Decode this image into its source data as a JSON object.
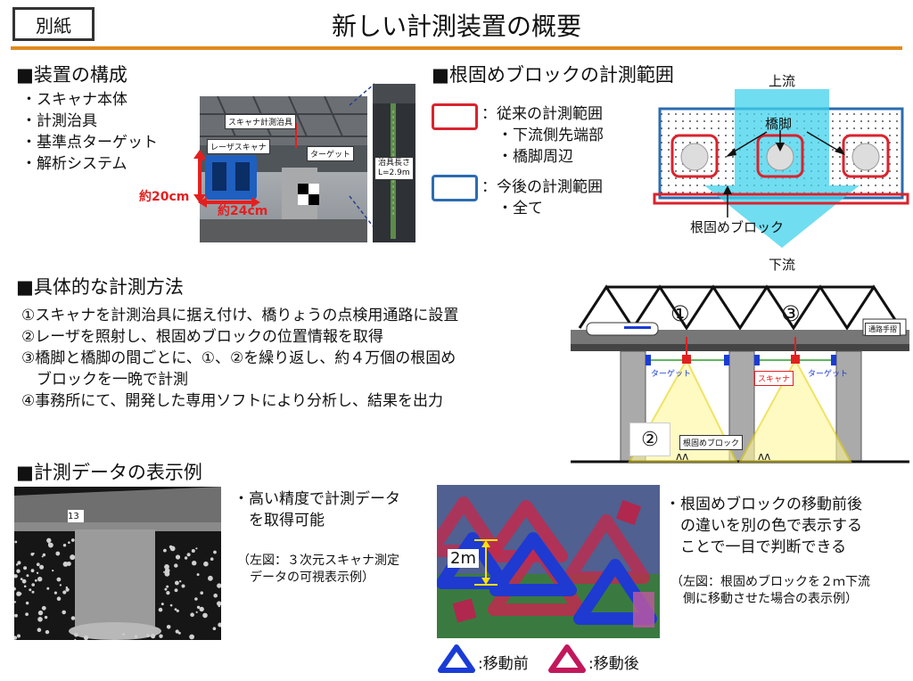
{
  "header": {
    "badge": "別紙",
    "title": "新しい計測装置の概要"
  },
  "device": {
    "heading": "■装置の構成",
    "items": [
      "・スキャナ本体",
      "・計測治具",
      "・基準点ターゲット",
      "・解析システム"
    ],
    "photo_labels": {
      "jig": "スキャナ計測治具",
      "laser": "レーザスキャナ",
      "target": "ターゲット",
      "jig_length_1": "治具長さ",
      "jig_length_2": "L=2.9m",
      "dim_height": "約20cm",
      "dim_width": "約24cm"
    }
  },
  "range": {
    "heading": "■根固めブロックの計測範囲",
    "legend_old": {
      "label": "：従来の計測範囲",
      "subs": [
        "・下流側先端部",
        "・橋脚周辺"
      ],
      "color": "#d9232d"
    },
    "legend_new": {
      "label": "：今後の計測範囲",
      "subs": [
        "・全て"
      ],
      "color": "#2b6cb0"
    },
    "diagram": {
      "upstream": "上流",
      "downstream": "下流",
      "pier": "橋脚",
      "block": "根固めブロック"
    }
  },
  "method": {
    "heading": "■具体的な計測方法",
    "steps": [
      "①スキャナを計測治具に据え付け、橋りょうの点検用通路に設置",
      "②レーザを照射し、根固めブロックの位置情報を取得",
      "③橋脚と橋脚の間ごとに、①、②を繰り返し、約４万個の根固め",
      "　ブロックを一晩で計測",
      "④事務所にて、開発した専用ソフトにより分析し、結果を出力"
    ],
    "diagram": {
      "num1": "①",
      "num2": "②",
      "num3": "③",
      "walkway": "通路手摺",
      "target_left": "ターゲット",
      "scanner": "スキャナ",
      "target_right": "ターゲット",
      "block": "根固めブロック"
    }
  },
  "display": {
    "heading": "■計測データの表示例",
    "pier_number": "13",
    "left_text": [
      "・高い精度で計測データ",
      "　を取得可能"
    ],
    "left_note": [
      "（左図：３次元スキャナ測定",
      "　データの可視表示例）"
    ],
    "dim_label": "2m",
    "right_text": [
      "・根固めブロックの移動前後",
      "　の違いを別の色で表示する",
      "　ことで一目で判断できる"
    ],
    "right_note": [
      "（左図：根固めブロックを２ｍ下流",
      "　側に移動させた場合の表示例）"
    ],
    "legend_before": ":移動前",
    "legend_after": ":移動後",
    "color_before": "#1a3bd6",
    "color_after": "#c2185b"
  }
}
